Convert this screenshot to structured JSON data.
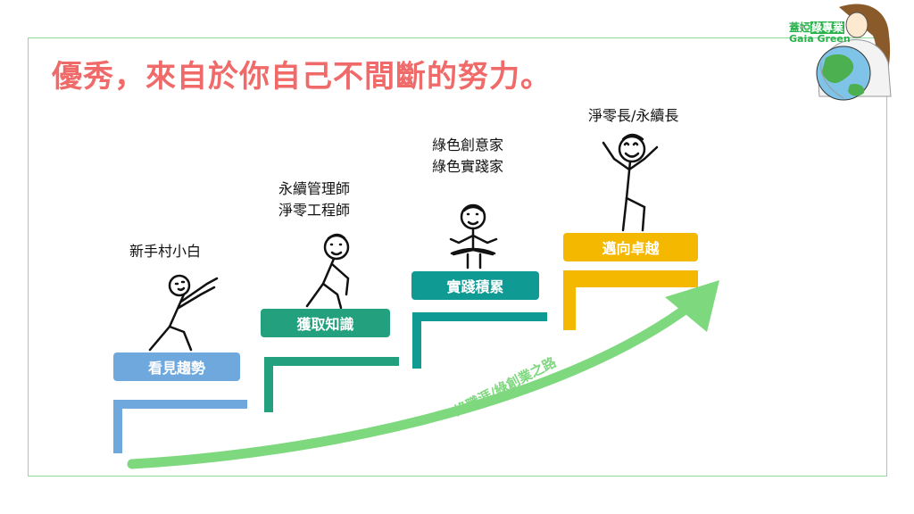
{
  "title": "優秀，來自於你自己不間斷的努力。",
  "logo": {
    "name_zh_a": "蓋婭",
    "name_zh_b": "綠專業",
    "name_en": "Gaia Green"
  },
  "stages": [
    {
      "action": "看見趨勢",
      "roles": [
        "新手村小白"
      ],
      "color": "#6ea8dc"
    },
    {
      "action": "獲取知識",
      "roles": [
        "永續管理師",
        "淨零工程師"
      ],
      "color": "#23a07e"
    },
    {
      "action": "實踐積累",
      "roles": [
        "綠色創意家",
        "綠色實踐家"
      ],
      "color": "#0f9a93"
    },
    {
      "action": "邁向卓越",
      "roles": [
        "淨零長/永續長"
      ],
      "color": "#f5b800"
    }
  ],
  "path_label": "綠職涯/綠創業之路",
  "colors": {
    "title": "#f06a6a",
    "arrow": "#7ed87e",
    "frame": "#8fd99b",
    "logo_green": "#2bb24c"
  }
}
